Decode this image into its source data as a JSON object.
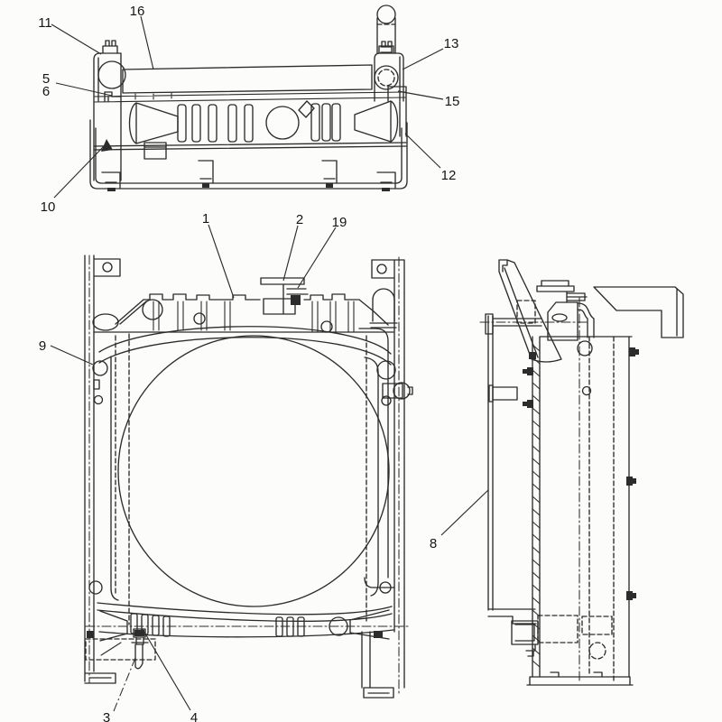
{
  "figure": {
    "type": "radiator-assembly-parts-diagram",
    "background_color": "#fcfcfa",
    "ink_color": "#2c2c2c",
    "label_color": "#151515",
    "callouts": [
      {
        "label": "11"
      },
      {
        "label": "16"
      },
      {
        "label": "13"
      },
      {
        "label": "5"
      },
      {
        "label": "6"
      },
      {
        "label": "15"
      },
      {
        "label": "12"
      },
      {
        "label": "10"
      },
      {
        "label": "1"
      },
      {
        "label": "2"
      },
      {
        "label": "19"
      },
      {
        "label": "9"
      },
      {
        "label": "8"
      },
      {
        "label": "3"
      },
      {
        "label": "4"
      }
    ]
  }
}
